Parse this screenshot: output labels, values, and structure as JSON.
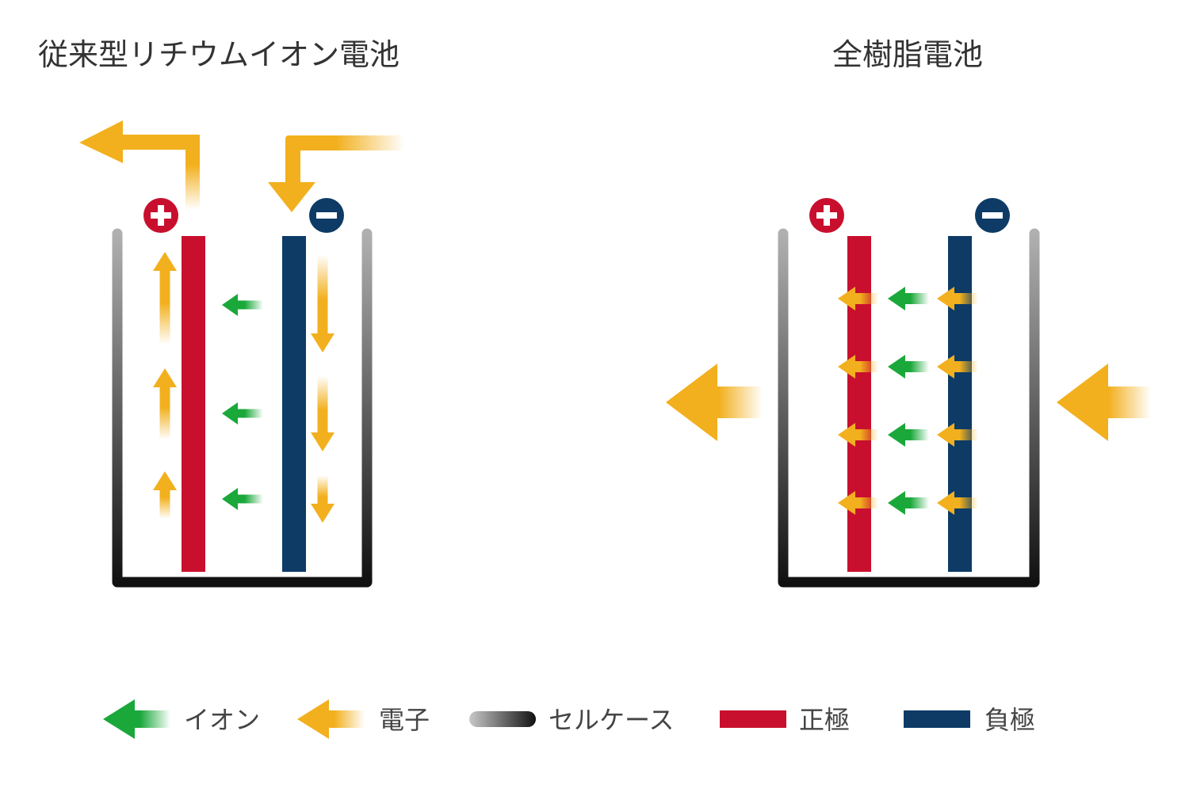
{
  "titles": {
    "left": "従来型リチウムイオン電池",
    "right": "全樹脂電池"
  },
  "terminals": {
    "positive": "+",
    "negative": "−"
  },
  "legend": [
    {
      "label": "イオン",
      "kind": "ion-arrow"
    },
    {
      "label": "電子",
      "kind": "electron-arrow"
    },
    {
      "label": "セルケース",
      "kind": "cell-case"
    },
    {
      "label": "正極",
      "kind": "positive-electrode"
    },
    {
      "label": "負極",
      "kind": "negative-electrode"
    }
  ],
  "colors": {
    "electron": "#f2b01e",
    "ion": "#1aa83a",
    "positive": "#c8102e",
    "negative": "#0d3b66",
    "case_dark": "#1a1a1a",
    "case_light": "#aaaaaa"
  }
}
